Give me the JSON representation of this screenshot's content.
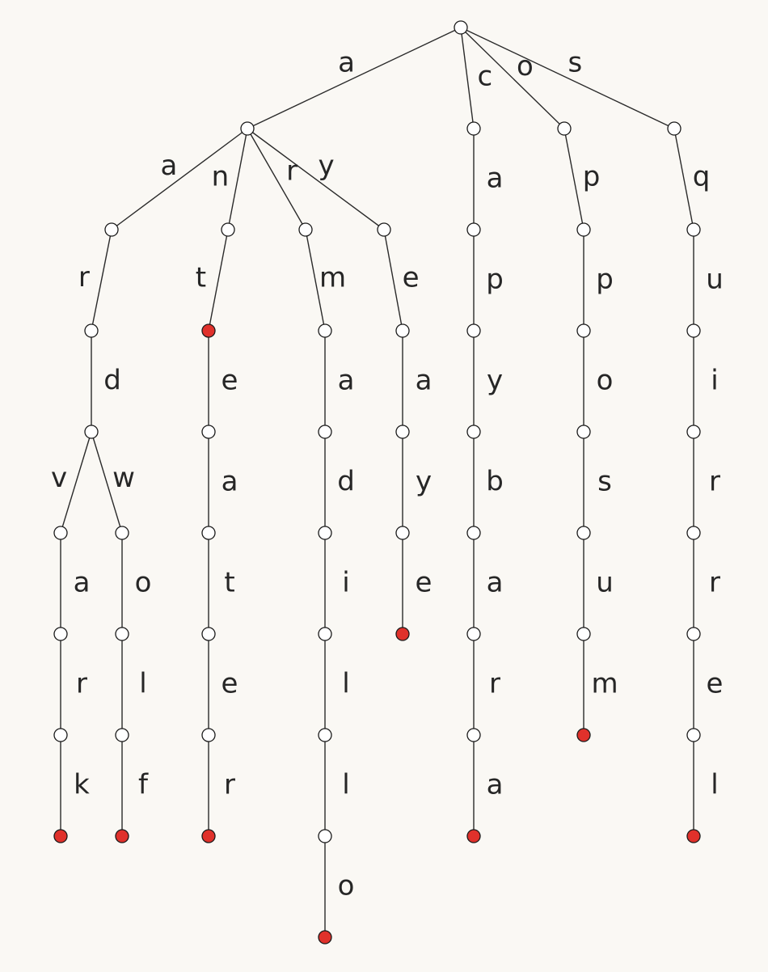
{
  "colors": {
    "background": "#faf8f4",
    "edge": "#2a2a2a",
    "node_fill": "#ffffff",
    "terminal_fill": "#e0312b"
  },
  "trie": {
    "root": {
      "children": [
        {
          "label": "a",
          "children": [
            {
              "label": "a",
              "children": [
                {
                  "label": "r",
                  "children": [
                    {
                      "label": "d",
                      "children": [
                        {
                          "label": "v",
                          "children": [
                            {
                              "label": "a",
                              "children": [
                                {
                                  "label": "r",
                                  "children": [
                                    {
                                      "label": "k",
                                      "terminal": true,
                                      "children": []
                                    }
                                  ]
                                }
                              ]
                            }
                          ]
                        },
                        {
                          "label": "w",
                          "children": [
                            {
                              "label": "o",
                              "children": [
                                {
                                  "label": "l",
                                  "children": [
                                    {
                                      "label": "f",
                                      "terminal": true,
                                      "children": []
                                    }
                                  ]
                                }
                              ]
                            }
                          ]
                        }
                      ]
                    }
                  ]
                }
              ]
            },
            {
              "label": "n",
              "children": [
                {
                  "label": "t",
                  "terminal": true,
                  "children": [
                    {
                      "label": "e",
                      "children": [
                        {
                          "label": "a",
                          "children": [
                            {
                              "label": "t",
                              "children": [
                                {
                                  "label": "e",
                                  "children": [
                                    {
                                      "label": "r",
                                      "terminal": true,
                                      "children": []
                                    }
                                  ]
                                }
                              ]
                            }
                          ]
                        }
                      ]
                    }
                  ]
                }
              ]
            },
            {
              "label": "r",
              "children": [
                {
                  "label": "m",
                  "children": [
                    {
                      "label": "a",
                      "children": [
                        {
                          "label": "d",
                          "children": [
                            {
                              "label": "i",
                              "children": [
                                {
                                  "label": "l",
                                  "children": [
                                    {
                                      "label": "l",
                                      "children": [
                                        {
                                          "label": "o",
                                          "terminal": true,
                                          "children": []
                                        }
                                      ]
                                    }
                                  ]
                                }
                              ]
                            }
                          ]
                        }
                      ]
                    }
                  ]
                }
              ]
            },
            {
              "label": "y",
              "children": [
                {
                  "label": "e",
                  "children": [
                    {
                      "label": "a",
                      "children": [
                        {
                          "label": "y",
                          "children": [
                            {
                              "label": "e",
                              "terminal": true,
                              "children": []
                            }
                          ]
                        }
                      ]
                    }
                  ]
                }
              ]
            }
          ]
        },
        {
          "label": "c",
          "children": [
            {
              "label": "a",
              "children": [
                {
                  "label": "p",
                  "children": [
                    {
                      "label": "y",
                      "children": [
                        {
                          "label": "b",
                          "children": [
                            {
                              "label": "a",
                              "children": [
                                {
                                  "label": "r",
                                  "children": [
                                    {
                                      "label": "a",
                                      "terminal": true,
                                      "children": []
                                    }
                                  ]
                                }
                              ]
                            }
                          ]
                        }
                      ]
                    }
                  ]
                }
              ]
            }
          ]
        },
        {
          "label": "o",
          "children": [
            {
              "label": "p",
              "children": [
                {
                  "label": "p",
                  "children": [
                    {
                      "label": "o",
                      "children": [
                        {
                          "label": "s",
                          "children": [
                            {
                              "label": "u",
                              "children": [
                                {
                                  "label": "m",
                                  "terminal": true,
                                  "children": []
                                }
                              ]
                            }
                          ]
                        }
                      ]
                    }
                  ]
                }
              ]
            }
          ]
        },
        {
          "label": "s",
          "children": [
            {
              "label": "q",
              "children": [
                {
                  "label": "u",
                  "children": [
                    {
                      "label": "i",
                      "children": [
                        {
                          "label": "r",
                          "children": [
                            {
                              "label": "r",
                              "children": [
                                {
                                  "label": "e",
                                  "children": [
                                    {
                                      "label": "l",
                                      "terminal": true,
                                      "children": []
                                    }
                                  ]
                                }
                              ]
                            }
                          ]
                        }
                      ]
                    }
                  ]
                }
              ]
            }
          ]
        }
      ]
    }
  }
}
